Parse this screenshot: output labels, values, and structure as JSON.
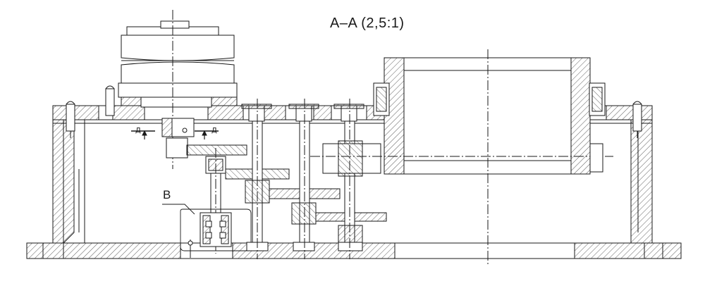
{
  "title": "A–A (2,5:1)",
  "callout_label": "B",
  "section_marks": [
    "Д",
    "Д"
  ],
  "colors": {
    "line": "#1a1a1a",
    "hatch": "#333333",
    "background": "#ffffff"
  }
}
